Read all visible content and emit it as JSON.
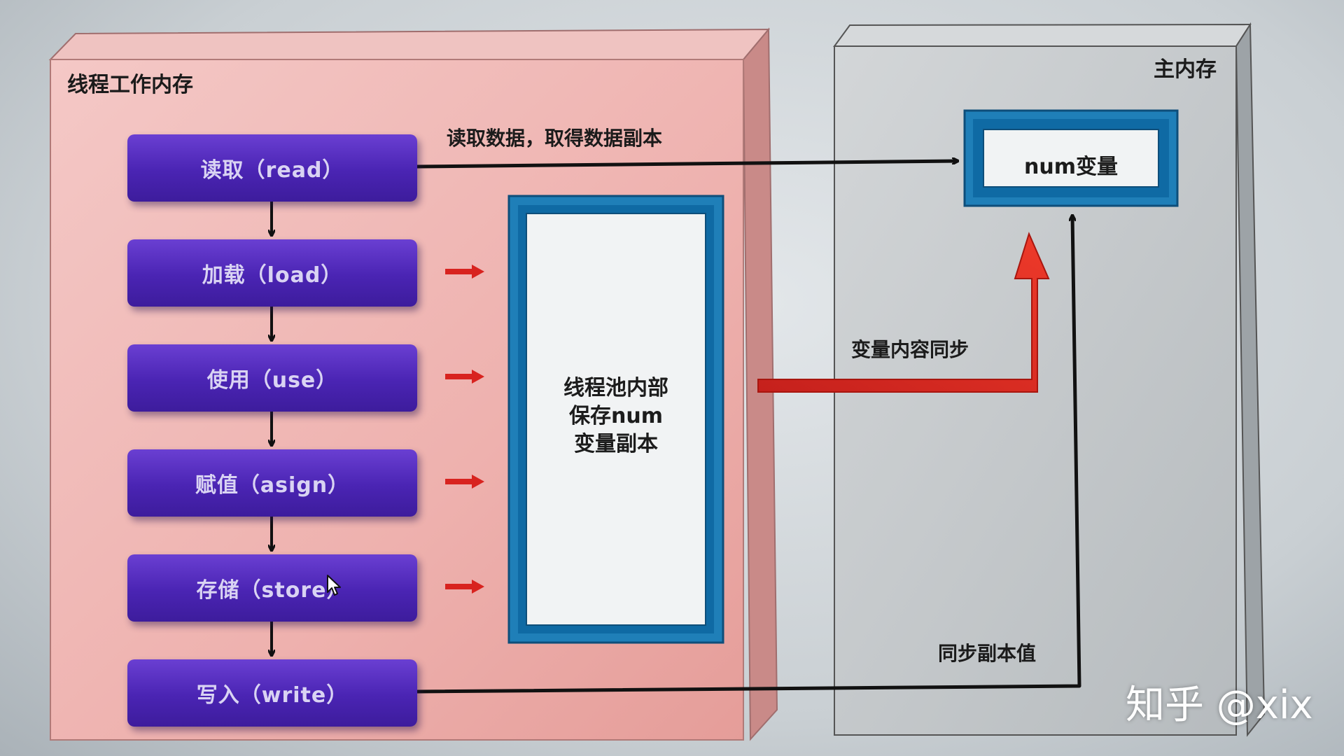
{
  "thread_memory": {
    "title": "线程工作内存"
  },
  "main_memory": {
    "title": "主内存"
  },
  "steps": [
    {
      "label": "读取（read）"
    },
    {
      "label": "加载（load）"
    },
    {
      "label": "使用（use）"
    },
    {
      "label": "赋值（asign）"
    },
    {
      "label": "存储（store）"
    },
    {
      "label": "写入（write）"
    }
  ],
  "annotations": {
    "read_data": "读取数据，取得数据副本",
    "sync_content": "变量内容同步",
    "sync_copy_value": "同步副本值"
  },
  "copy_box": {
    "lines": [
      "线程池内部",
      "保存num",
      "变量副本"
    ]
  },
  "variable_box": {
    "label": "num变量"
  },
  "watermark": "知乎 @xix",
  "colors": {
    "step_purple": "#4a24b3",
    "thread_panel": "#f0b8b6",
    "main_panel": "#c8cbcd",
    "box_blue": "#1f7fb8",
    "red_arrow": "#d8231f"
  }
}
